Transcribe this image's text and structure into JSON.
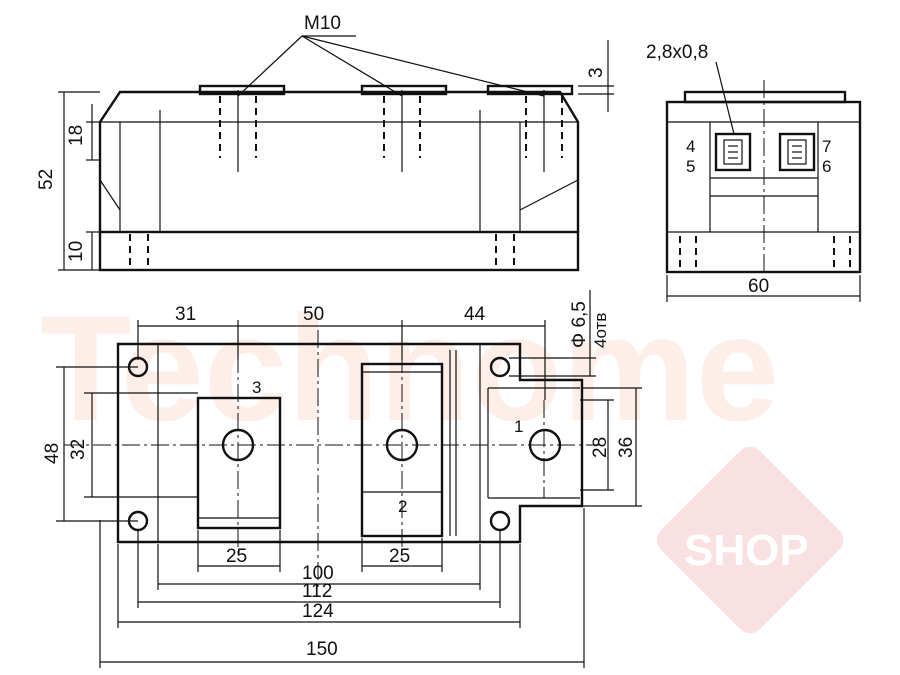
{
  "drawing": {
    "thread_label": "M10",
    "pin_size": "2,8x0,8",
    "hole_dia": "Φ 6,5",
    "hole_count": "4отв",
    "watermark": "Technome",
    "watermark_tag": "SHOP"
  },
  "dims": {
    "side_height": "52",
    "side_terminal": "18",
    "side_base": "10",
    "side_top": "3",
    "end_width": "60",
    "top_31": "31",
    "top_50": "50",
    "top_44": "44",
    "left_48": "48",
    "left_32": "32",
    "right_28": "28",
    "right_36": "36",
    "bottom_25a": "25",
    "bottom_25b": "25",
    "bottom_100": "100",
    "bottom_112": "112",
    "bottom_124": "124",
    "bottom_150": "150"
  },
  "pins": {
    "p1": "1",
    "p2": "2",
    "p3": "3",
    "p4": "4",
    "p5": "5",
    "p6": "6",
    "p7": "7"
  }
}
